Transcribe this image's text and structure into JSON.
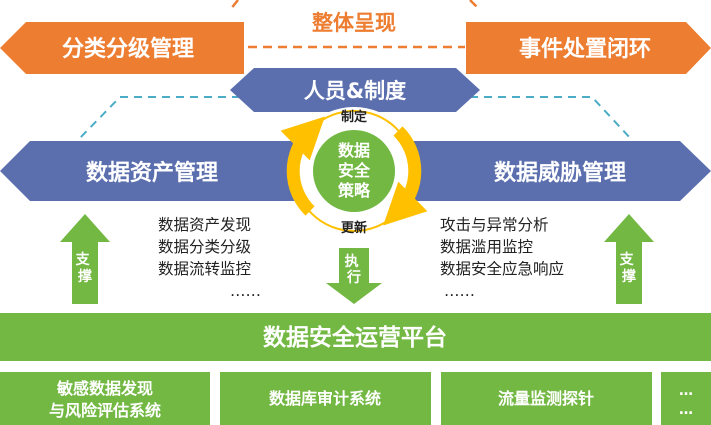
{
  "top": {
    "overall": "整体呈现",
    "left_arrow": "分类分级管理",
    "right_arrow": "事件处置闭环"
  },
  "people_system": "人员&制度",
  "asset_management": "数据资产管理",
  "threat_management": "数据威胁管理",
  "cycle": {
    "center_line1": "数据",
    "center_line2": "安全",
    "center_line3": "策略",
    "top_label": "制定",
    "bottom_label": "更新"
  },
  "support_left": "支撑",
  "support_right": "支撑",
  "execute": "执行",
  "asset_items": [
    "数据资产发现",
    "数据分类分级",
    "数据流转监控",
    "……"
  ],
  "threat_items": [
    "攻击与异常分析",
    "数据滥用监控",
    "数据安全应急响应",
    "……"
  ],
  "platform": "数据安全运营平台",
  "systems": [
    {
      "line1": "敏感数据发现",
      "line2": "与风险评估系统"
    },
    {
      "label": "数据库审计系统"
    },
    {
      "label": "流量监测探针"
    },
    {
      "line1": "…",
      "line2": "…"
    }
  ],
  "colors": {
    "orange": "#ed7d31",
    "blue": "#5b6fae",
    "green": "#72b843",
    "yellow": "#ffc000",
    "teal_dash": "#4bacc6"
  }
}
